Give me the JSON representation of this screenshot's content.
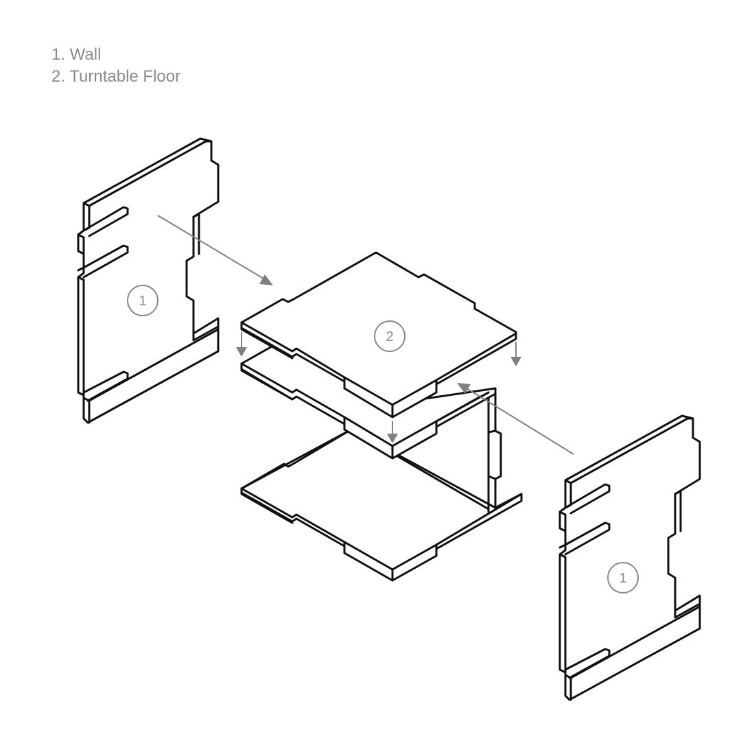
{
  "legend": {
    "items": [
      {
        "label": "1. Wall"
      },
      {
        "label": "2. Turntable Floor"
      }
    ]
  },
  "callouts": {
    "left_wall": "1",
    "right_wall": "1",
    "turntable_floor": "2"
  },
  "colors": {
    "outline": "#111111",
    "arrow": "#808080",
    "label_text": "#8a8a8a",
    "background": "#ffffff"
  }
}
